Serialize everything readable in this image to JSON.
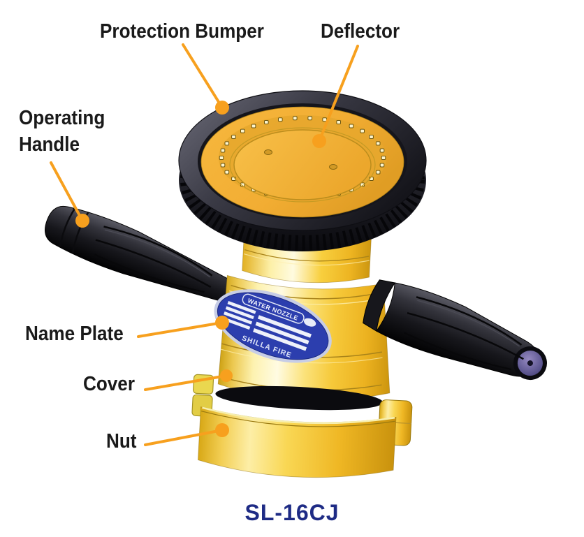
{
  "diagram": {
    "model": "SL-16CJ",
    "labels": {
      "protection_bumper": "Protection Bumper",
      "deflector": "Deflector",
      "operating_handle": "Operating Handle",
      "name_plate": "Name Plate",
      "cover": "Cover",
      "nut": "Nut"
    },
    "nameplate": {
      "product": "WATER NOZZLE",
      "brand": "SHILLA FIRE"
    },
    "colors": {
      "leader_orange": "#F7A01E",
      "label_text": "#1A1A1A",
      "model_text": "#1E2B85",
      "body_gold": "#F6C93A",
      "bumper_black": "#1A1A20",
      "plate_blue": "#2C3EAE"
    }
  }
}
